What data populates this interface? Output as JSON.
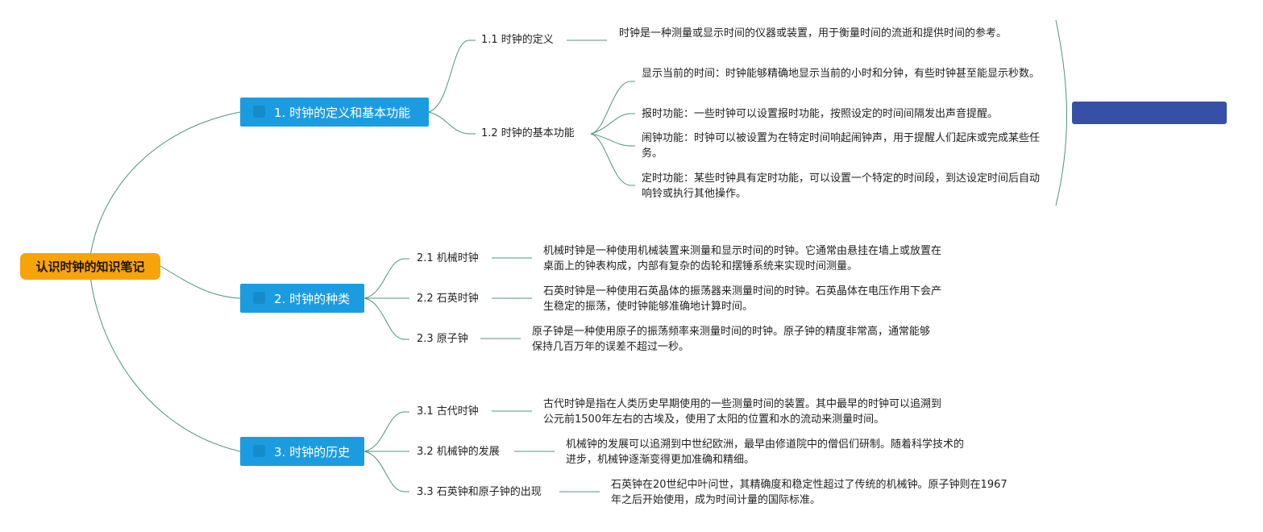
{
  "root": {
    "title": "认识时钟的知识笔记"
  },
  "branches": [
    {
      "title": "1. 时钟的定义和基本功能",
      "subs": [
        {
          "title": "1.1 时钟的定义",
          "items": [
            "时钟是一种测量或显示时间的仪器或装置，用于衡量时间的流逝和提供时间的参考。"
          ]
        },
        {
          "title": "1.2 时钟的基本功能",
          "items": [
            "显示当前的时间：时钟能够精确地显示当前的小时和分钟，有些时钟甚至能显示秒数。",
            "报时功能：一些时钟可以设置报时功能，按照设定的时间间隔发出声音提醒。",
            "闹钟功能：时钟可以被设置为在特定时间响起闹钟声，用于提醒人们起床或完成某些任务。",
            "定时功能：某些时钟具有定时功能，可以设置一个特定的时间段，到达设定时间后自动响铃或执行其他操作。"
          ]
        }
      ]
    },
    {
      "title": "2. 时钟的种类",
      "subs": [
        {
          "title": "2.1 机械时钟",
          "items": [
            "机械时钟是一种使用机械装置来测量和显示时间的时钟。它通常由悬挂在墙上或放置在桌面上的钟表构成，内部有复杂的齿轮和摆锤系统来实现时间测量。"
          ]
        },
        {
          "title": "2.2 石英时钟",
          "items": [
            "石英时钟是一种使用石英晶体的振荡器来测量时间的时钟。石英晶体在电压作用下会产生稳定的振荡，使时钟能够准确地计算时间。"
          ]
        },
        {
          "title": "2.3 原子钟",
          "items": [
            "原子钟是一种使用原子的振荡频率来测量时间的时钟。原子钟的精度非常高，通常能够保持几百万年的误差不超过一秒。"
          ]
        }
      ]
    },
    {
      "title": "3. 时钟的历史",
      "subs": [
        {
          "title": "3.1 古代时钟",
          "items": [
            "古代时钟是指在人类历史早期使用的一些测量时间的装置。其中最早的时钟可以追溯到公元前1500年左右的古埃及，使用了太阳的位置和水的流动来测量时间。"
          ]
        },
        {
          "title": "3.2 机械钟的发展",
          "items": [
            "机械钟的发展可以追溯到中世纪欧洲，最早由修道院中的僧侣们研制。随着科学技术的进步，机械钟逐渐变得更加准确和精细。"
          ]
        },
        {
          "title": "3.3 石英钟和原子钟的出现",
          "items": [
            "石英钟在20世纪中叶问世，其精确度和稳定性超过了传统的机械钟。原子钟则在1967年之后开始使用，成为时间计量的国际标准。"
          ]
        }
      ]
    }
  ],
  "colors": {
    "root": "#f6a409",
    "branch": "#1c9ce0",
    "summary": "#3650a8",
    "connector": "#4f9478"
  }
}
